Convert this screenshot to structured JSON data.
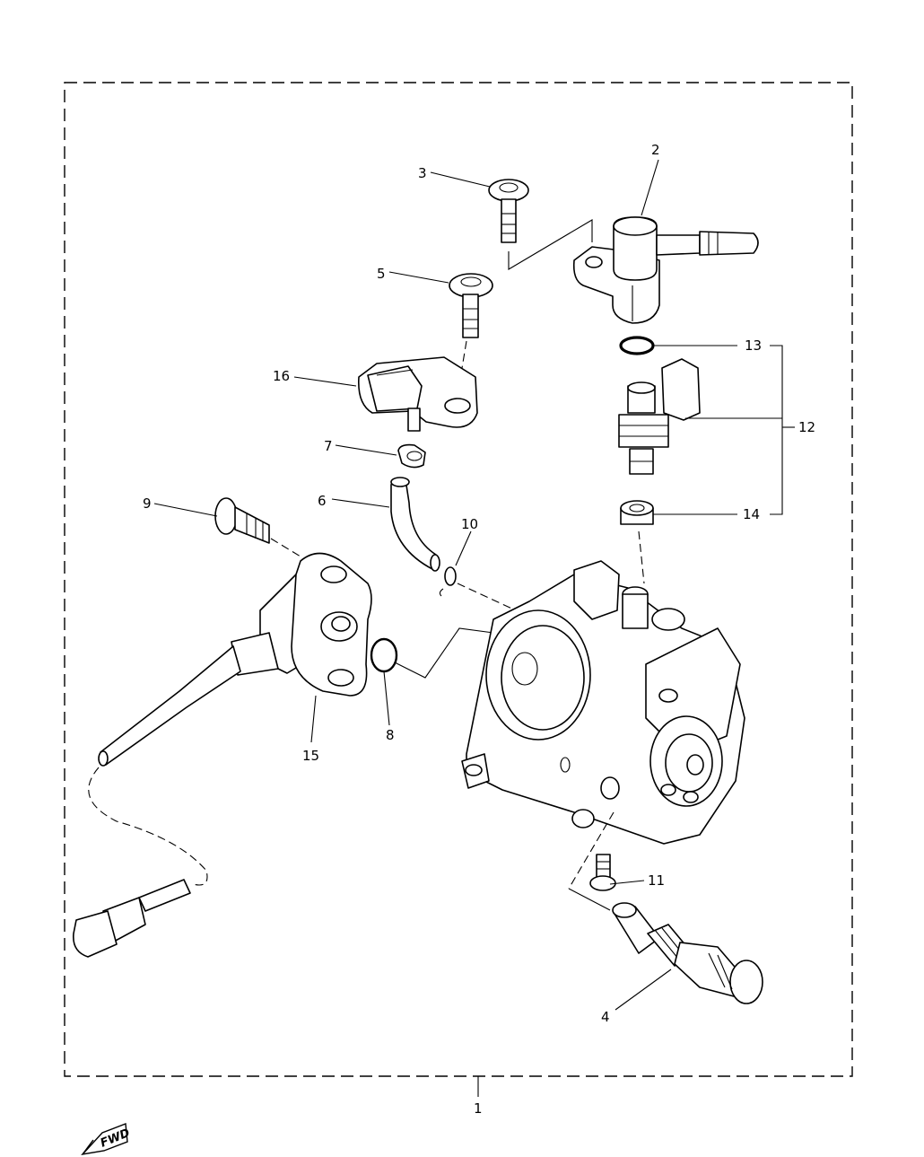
{
  "callouts": {
    "c1": "1",
    "c2": "2",
    "c3": "3",
    "c4": "4",
    "c5": "5",
    "c6": "6",
    "c7": "7",
    "c8": "8",
    "c9": "9",
    "c10": "10",
    "c11": "11",
    "c12": "12",
    "c13": "13",
    "c14": "14",
    "c15": "15",
    "c16": "16"
  },
  "fwd_label": "FWD"
}
